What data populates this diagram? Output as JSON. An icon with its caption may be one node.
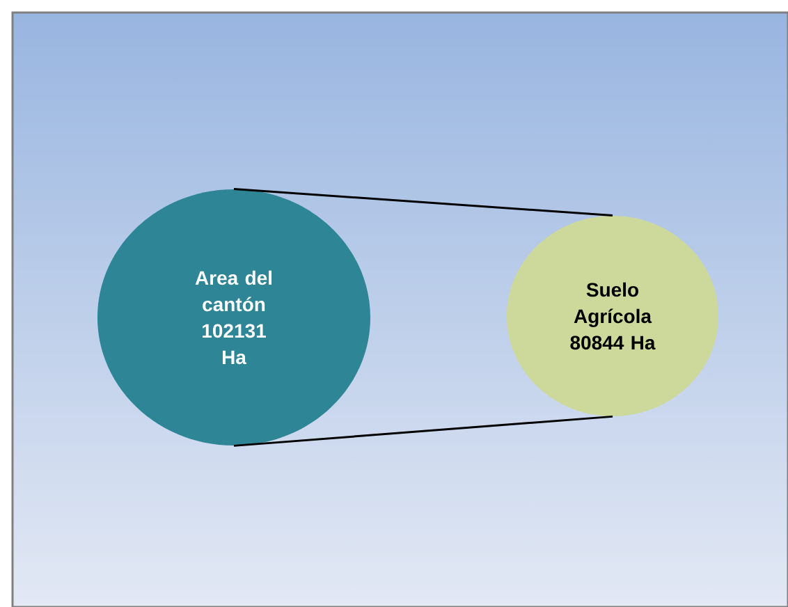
{
  "diagram": {
    "nodes": [
      {
        "text": [
          "Area del cantón 102131 Ha"
        ]
      },
      {
        "text": [
          "Suelo Agrícola 80844 Ha"
        ]
      }
    ],
    "edges": [
      {
        "from": 0,
        "to": 1,
        "arrow": "none"
      },
      {
        "from": 0,
        "to": 1,
        "arrow": "none"
      }
    ]
  }
}
